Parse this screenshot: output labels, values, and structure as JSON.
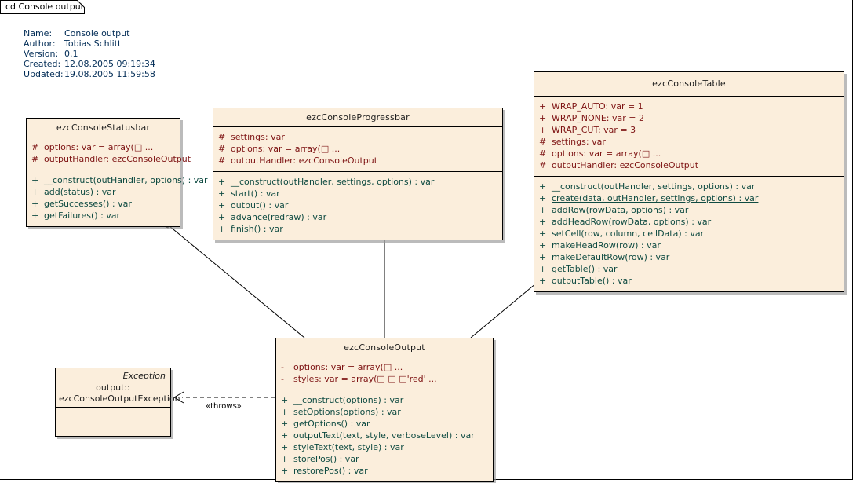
{
  "diagram": {
    "tab_label": "cd Console output",
    "colors": {
      "class_fill": "#fbeedc",
      "border": "#000000",
      "attribute_text": "#7e1414",
      "operation_text": "#0f4b42",
      "meta_text": "#002b55",
      "shadow": "#969696"
    }
  },
  "meta": {
    "rows": [
      {
        "key": "Name:",
        "value": "Console output"
      },
      {
        "key": "Author:",
        "value": "Tobias Schlitt"
      },
      {
        "key": "Version:",
        "value": "0.1"
      },
      {
        "key": "Created:",
        "value": "12.08.2005 09:19:34"
      },
      {
        "key": "Updated:",
        "value": "19.08.2005 11:59:58"
      }
    ]
  },
  "classes": {
    "statusbar": {
      "name": "ezcConsoleStatusbar",
      "attributes": [
        {
          "vis": "#",
          "text": "options:  var = array(□        ..."
        },
        {
          "vis": "#",
          "text": "outputHandler:  ezcConsoleOutput"
        }
      ],
      "operations": [
        {
          "vis": "+",
          "text": "__construct(outHandler, options) : var",
          "static": false
        },
        {
          "vis": "+",
          "text": "add(status) : var",
          "static": false
        },
        {
          "vis": "+",
          "text": "getSuccesses() : var",
          "static": false
        },
        {
          "vis": "+",
          "text": "getFailures() : var",
          "static": false
        }
      ]
    },
    "progressbar": {
      "name": "ezcConsoleProgressbar",
      "attributes": [
        {
          "vis": "#",
          "text": "settings:  var"
        },
        {
          "vis": "#",
          "text": "options:  var = array(□        ..."
        },
        {
          "vis": "#",
          "text": "outputHandler:  ezcConsoleOutput"
        }
      ],
      "operations": [
        {
          "vis": "+",
          "text": "__construct(outHandler, settings, options) : var",
          "static": false
        },
        {
          "vis": "+",
          "text": "start() : var",
          "static": false
        },
        {
          "vis": "+",
          "text": "output() : var",
          "static": false
        },
        {
          "vis": "+",
          "text": "advance(redraw) : var",
          "static": false
        },
        {
          "vis": "+",
          "text": "finish() : var",
          "static": false
        }
      ]
    },
    "table": {
      "name": "ezcConsoleTable",
      "attributes": [
        {
          "vis": "+",
          "text": "WRAP_AUTO:  var = 1"
        },
        {
          "vis": "+",
          "text": "WRAP_NONE:  var = 2"
        },
        {
          "vis": "+",
          "text": "WRAP_CUT:  var = 3"
        },
        {
          "vis": "#",
          "text": "settings:  var"
        },
        {
          "vis": "#",
          "text": "options:  var = array(□       ..."
        },
        {
          "vis": "#",
          "text": "outputHandler:  ezcConsoleOutput"
        }
      ],
      "operations": [
        {
          "vis": "+",
          "text": "__construct(outHandler, settings, options) : var",
          "static": false
        },
        {
          "vis": "+",
          "text": "create(data, outHandler, settings, options) : var",
          "static": true
        },
        {
          "vis": "+",
          "text": "addRow(rowData, options) : var",
          "static": false
        },
        {
          "vis": "+",
          "text": "addHeadRow(rowData, options) : var",
          "static": false
        },
        {
          "vis": "+",
          "text": "setCell(row, column, cellData) : var",
          "static": false
        },
        {
          "vis": "+",
          "text": "makeHeadRow(row) : var",
          "static": false
        },
        {
          "vis": "+",
          "text": "makeDefaultRow(row) : var",
          "static": false
        },
        {
          "vis": "+",
          "text": "getTable() : var",
          "static": false
        },
        {
          "vis": "+",
          "text": "outputTable() : var",
          "static": false
        }
      ]
    },
    "output": {
      "name": "ezcConsoleOutput",
      "attributes": [
        {
          "vis": "-",
          "text": "options:  var = array(□       ..."
        },
        {
          "vis": "-",
          "text": "styles:  var = array(□ □ □'red' ..."
        }
      ],
      "operations": [
        {
          "vis": "+",
          "text": "__construct(options) : var",
          "static": false
        },
        {
          "vis": "+",
          "text": "setOptions(options) : var",
          "static": false
        },
        {
          "vis": "+",
          "text": "getOptions() : var",
          "static": false
        },
        {
          "vis": "+",
          "text": "outputText(text, style, verboseLevel) : var",
          "static": false
        },
        {
          "vis": "+",
          "text": "styleText(text, style) : var",
          "static": false
        },
        {
          "vis": "+",
          "text": "storePos() : var",
          "static": false
        },
        {
          "vis": "+",
          "text": "restorePos() : var",
          "static": false
        }
      ]
    },
    "exception": {
      "stereotype": "Exception",
      "namespace": "output::",
      "name": "ezcConsoleOutputException"
    }
  },
  "relations": {
    "throws_label": "«throws»"
  }
}
